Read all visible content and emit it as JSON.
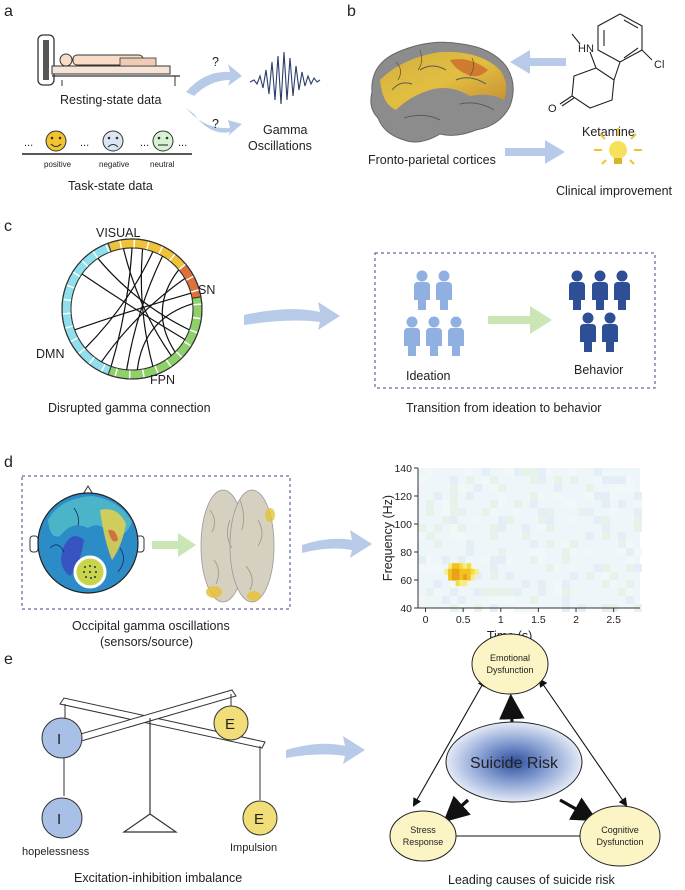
{
  "panels": {
    "a": {
      "letter": "a",
      "resting_label": "Resting-state data",
      "task_label": "Task-state data",
      "gamma_label_line1": "Gamma",
      "gamma_label_line2": "Oscillations",
      "question_mark": "?",
      "ellipsis": "...",
      "faces": [
        {
          "label": "positive",
          "color": "#F2C230"
        },
        {
          "label": "negative",
          "color": "#DCE6F2"
        },
        {
          "label": "neutral",
          "color": "#D8F0D4"
        }
      ]
    },
    "b": {
      "letter": "b",
      "cortex_label": "Fronto-parietal cortices",
      "drug_label": "Ketamine",
      "improvement_label": "Clinical improvement",
      "molecule": {
        "hn": "HN",
        "o": "O",
        "cl": "Cl"
      }
    },
    "c": {
      "letter": "c",
      "networks": [
        "VISUAL",
        "SN",
        "DMN",
        "FPN"
      ],
      "left_caption": "Disrupted gamma connection",
      "right_caption": "Transition from ideation to behavior",
      "ideation_label": "Ideation",
      "behavior_label": "Behavior",
      "network_colors": {
        "visual": "#F0C23A",
        "sn": "#E0703A",
        "dmn": "#8FE0EC",
        "fpn": "#8ED16A"
      }
    },
    "d": {
      "letter": "d",
      "caption_line1": "Occipital gamma oscillations",
      "caption_line2": "(sensors/source)",
      "chart_ylabel": "Frequency (Hz)",
      "chart_xlabel": "Time (s)"
    },
    "e": {
      "letter": "e",
      "left_caption": "Excitation-inhibition imbalance",
      "right_caption": "Leading causes of suicide risk",
      "inhibition_symbol": "I",
      "excitation_symbol": "E",
      "hopelessness_label": "hopelessness",
      "impulsion_label": "Impulsion",
      "center_node": "Suicide Risk",
      "nodes": {
        "emotional": [
          "Emotional",
          "Dysfunction"
        ],
        "stress": [
          "Stress",
          "Response"
        ],
        "cognitive": [
          "Cognitive",
          "Dysfunction"
        ]
      }
    }
  },
  "chart_data": {
    "type": "heatmap",
    "xlabel": "Time (s)",
    "ylabel": "Frequency (Hz)",
    "xlim": [
      -0.1,
      2.85
    ],
    "ylim": [
      40,
      140
    ],
    "x_ticks": [
      0,
      0.5,
      1,
      1.5,
      2,
      2.5
    ],
    "x_tick_labels": [
      "0",
      "0.5",
      "1",
      "1.5",
      "2",
      "2.5"
    ],
    "y_ticks": [
      40,
      60,
      80,
      100,
      120,
      140
    ],
    "y_tick_labels": [
      "40",
      "60",
      "80",
      "100",
      "120",
      "140"
    ],
    "background_value": 0,
    "significant_cells": [
      {
        "t": 0.3,
        "f": 68,
        "v": 0.6
      },
      {
        "t": 0.35,
        "f": 68,
        "v": 0.8
      },
      {
        "t": 0.4,
        "f": 68,
        "v": 0.9
      },
      {
        "t": 0.45,
        "f": 68,
        "v": 0.7
      },
      {
        "t": 0.5,
        "f": 68,
        "v": 0.6
      },
      {
        "t": 0.55,
        "f": 68,
        "v": 0.7
      },
      {
        "t": 0.25,
        "f": 64,
        "v": 0.5
      },
      {
        "t": 0.3,
        "f": 64,
        "v": 0.9
      },
      {
        "t": 0.35,
        "f": 64,
        "v": 1.0
      },
      {
        "t": 0.4,
        "f": 64,
        "v": 1.0
      },
      {
        "t": 0.45,
        "f": 64,
        "v": 0.9
      },
      {
        "t": 0.5,
        "f": 64,
        "v": 0.9
      },
      {
        "t": 0.55,
        "f": 64,
        "v": 0.8
      },
      {
        "t": 0.6,
        "f": 64,
        "v": 0.7
      },
      {
        "t": 0.65,
        "f": 64,
        "v": 0.5
      },
      {
        "t": 0.3,
        "f": 60,
        "v": 0.8
      },
      {
        "t": 0.35,
        "f": 60,
        "v": 1.0
      },
      {
        "t": 0.4,
        "f": 60,
        "v": 1.0
      },
      {
        "t": 0.45,
        "f": 60,
        "v": 0.9
      },
      {
        "t": 0.5,
        "f": 60,
        "v": 1.0
      },
      {
        "t": 0.55,
        "f": 60,
        "v": 0.8
      },
      {
        "t": 0.6,
        "f": 60,
        "v": 0.6
      },
      {
        "t": 0.4,
        "f": 56,
        "v": 0.7
      },
      {
        "t": 0.45,
        "f": 56,
        "v": 0.6
      },
      {
        "t": 0.5,
        "f": 56,
        "v": 0.5
      }
    ]
  }
}
